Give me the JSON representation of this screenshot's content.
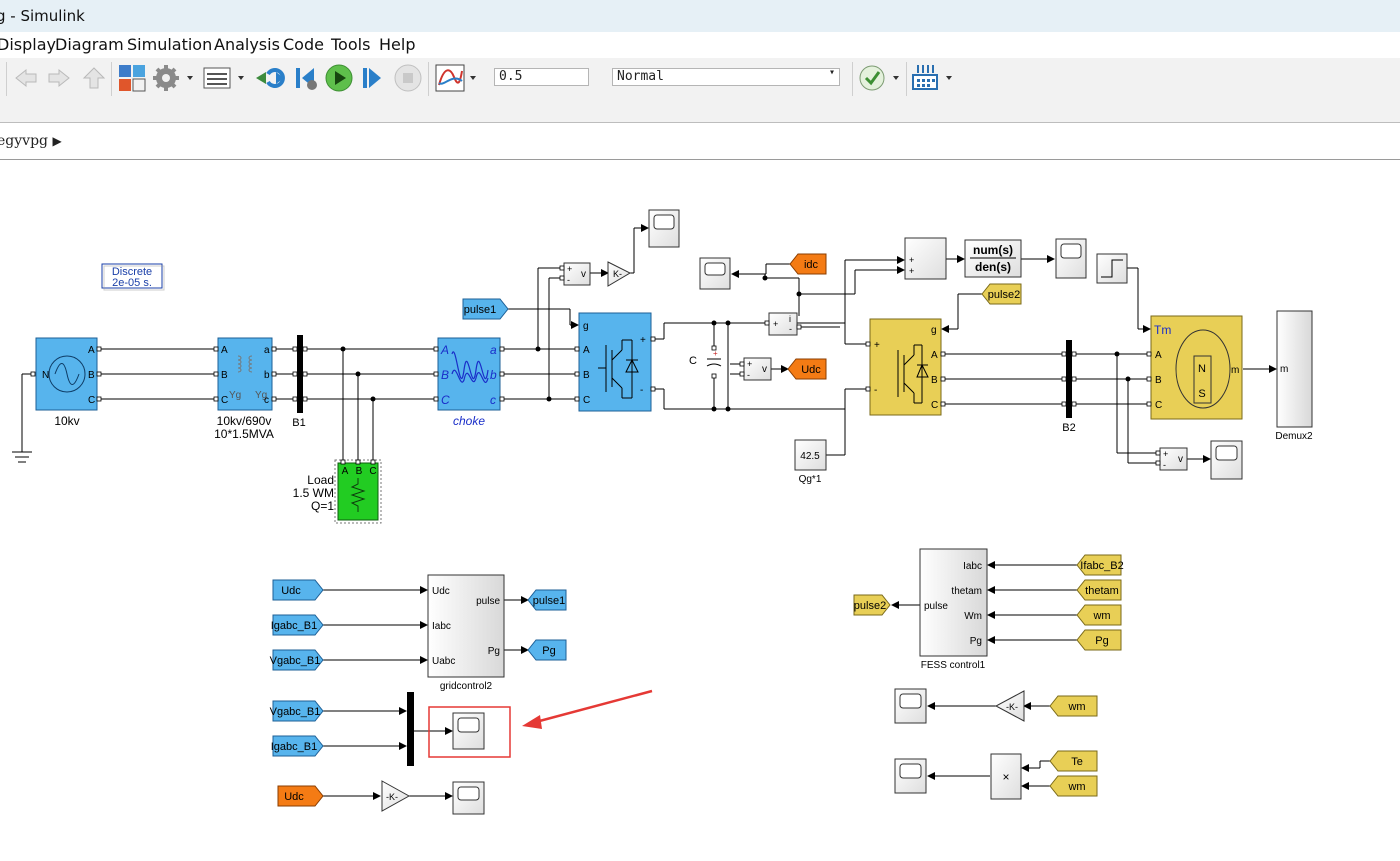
{
  "window": {
    "title": "g - Simulink"
  },
  "menu": [
    "Display",
    "Diagram",
    "Simulation",
    "Analysis",
    "Code",
    "Tools",
    "Help"
  ],
  "toolbar": {
    "stop_time": "0.5",
    "sim_mode": "Normal",
    "icons": [
      "back-icon",
      "forward-icon",
      "up-icon",
      "library-icon",
      "gear-icon",
      "model-explorer-icon",
      "update-icon",
      "step-back-icon",
      "run-icon",
      "step-forward-icon",
      "stop-icon",
      "scope-icon",
      "check-icon",
      "build-icon"
    ]
  },
  "breadcrumb": {
    "model": "egyvpg"
  },
  "diagram": {
    "powergui": {
      "line1": "Discrete",
      "line2": "2e-05 s."
    },
    "source": {
      "label": "10kv",
      "port_n": "N",
      "ports": [
        "A",
        "B",
        "C"
      ]
    },
    "transformer": {
      "line1": "10kv/690v",
      "line2": "10*1.5MVA",
      "ports_in": [
        "A",
        "B",
        "C"
      ],
      "ports_out": [
        "a",
        "b",
        "c"
      ],
      "yg": "Yg",
      "yg2": "Yg"
    },
    "b1": "B1",
    "load": {
      "line1": "Load",
      "line2": "1.5 WM",
      "line3": "Q=1",
      "ports": [
        "A",
        "B",
        "C"
      ]
    },
    "choke": {
      "label": "choke",
      "ports_in": [
        "A",
        "B",
        "C"
      ],
      "ports_out": [
        "a",
        "b",
        "c"
      ]
    },
    "gridconv": {
      "ports": [
        "g",
        "A",
        "B",
        "C",
        "+",
        "-"
      ]
    },
    "cap_label": "C",
    "gain_k": "K-",
    "gain_neg_k": "-K-",
    "voltmeter_v": "v",
    "ammeter_i": "i",
    "tags": {
      "pulse1": "pulse1",
      "idc": "idc",
      "udc": "Udc",
      "pulse2": "pulse2"
    },
    "tf": {
      "num": "num(s)",
      "den": "den(s)"
    },
    "fessconv": {
      "ports": [
        "g",
        "+",
        "-",
        "A",
        "B",
        "C"
      ]
    },
    "b2": "B2",
    "machine": {
      "tm": "Tm",
      "m": "m",
      "ports": [
        "A",
        "B",
        "C"
      ],
      "n": "N",
      "s": "S"
    },
    "demux": {
      "label": "Demux2",
      "port": "m"
    },
    "const": {
      "value": "42.5",
      "label": "Qg*1"
    },
    "gridcontrol": {
      "label": "gridcontrol2",
      "in_ports": [
        "Udc",
        "Iabc",
        "Uabc"
      ],
      "out_ports": [
        "pulse",
        "Pg"
      ],
      "inputs": [
        "Udc",
        "Igabc_B1",
        "Vgabc_B1"
      ],
      "outputs": [
        "pulse1",
        "Pg"
      ]
    },
    "mux_inputs": [
      "Vgabc_B1",
      "Igabc_B1"
    ],
    "udc_gain_tag": "Udc",
    "fess": {
      "label": "FESS control1",
      "in_ports": [
        "Iabc",
        "thetam",
        "Wm",
        "Pg"
      ],
      "out_port": "pulse",
      "inputs": [
        "Ifabc_B2",
        "thetam",
        "wm",
        "Pg"
      ],
      "output": "pulse2"
    },
    "wm_tag": "wm",
    "te_tag": "Te",
    "product": "×",
    "sum_plus": "+",
    "sum_minus": "-"
  },
  "colors": {
    "blue_block": "#57b4ed",
    "yellow_block": "#e8cf56",
    "orange_tag": "#f47b14",
    "green_block": "#22cc22",
    "highlight": "#e53935"
  }
}
